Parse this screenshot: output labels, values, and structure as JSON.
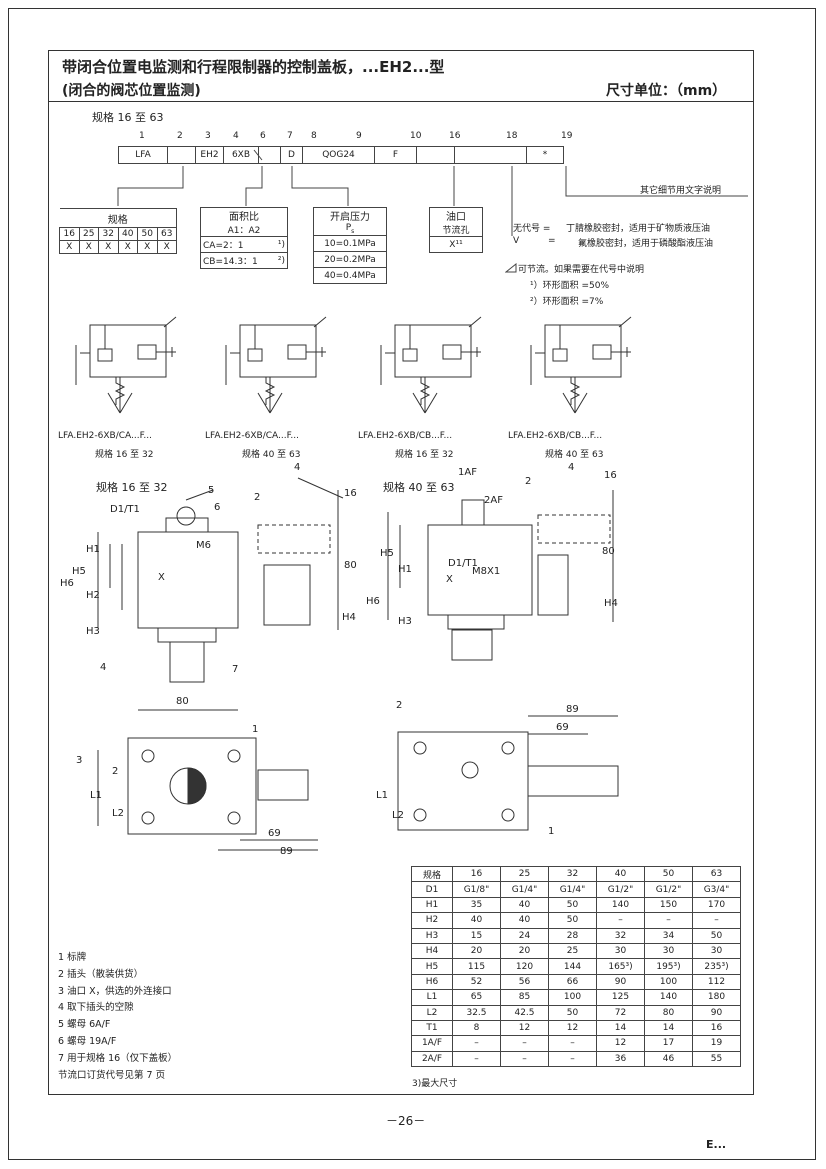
{
  "header": {
    "title": "带闭合位置电监测和行程限制器的控制盖板，...EH2...型",
    "subtitle": "(闭合的阀芯位置监测)",
    "unit": "尺寸单位：（mm）"
  },
  "size_label": "规格 16 至 63",
  "code": {
    "numbers": [
      "1",
      "2",
      "3",
      "4",
      "6",
      "7",
      "8",
      "9",
      "10",
      "16",
      "18",
      "19"
    ],
    "cells": [
      "LFA",
      "",
      "EH2",
      "6XB",
      "",
      "D",
      "QOG24",
      "F",
      "",
      "",
      "*"
    ]
  },
  "other_details": "其它细节用文字说明",
  "seals": {
    "none_label": "无代号 =",
    "none_text": "丁腈橡胶密封，适用于矿物质液压油",
    "v_label": "V",
    "v_eq": "=",
    "v_text": "氟橡胶密封，适用于磷酸酯液压油"
  },
  "size_box": {
    "title": "规格",
    "sizes": [
      "16",
      "25",
      "32",
      "40",
      "50",
      "63"
    ],
    "marks": [
      "X",
      "X",
      "X",
      "X",
      "X",
      "X"
    ]
  },
  "area_box": {
    "title": "面积比",
    "sub": "A1：A2",
    "rows": [
      {
        "label": "CA=2：1",
        "note": "¹)"
      },
      {
        "label": "CB=14.3：1",
        "note": "²)"
      }
    ]
  },
  "pressure_box": {
    "title": "开启压力",
    "sub": "P",
    "sub_idx": "s",
    "rows": [
      "10=0.1MPa",
      "20=0.2MPa",
      "40=0.4MPa"
    ]
  },
  "port_box": {
    "title": "油口",
    "sub": "节流孔",
    "val": "X¹¹"
  },
  "notes_right": [
    "可节流。如果需要在代号中说明",
    "¹）环形面积 =50%",
    "²）环形面积 =7%"
  ],
  "symbols": [
    {
      "code": "LFA.EH2-6XB/CA...F...",
      "size": "规格 16 至 32"
    },
    {
      "code": "LFA.EH2-6XB/CA...F...",
      "size": "规格 40 至 63"
    },
    {
      "code": "LFA.EH2-6XB/CB...F...",
      "size": "规格 16 至 32"
    },
    {
      "code": "LFA.EH2-6XB/CB...F...",
      "size": "规格 40 至 63"
    }
  ],
  "drawings": {
    "left_title": "规格 16 至 32",
    "right_title": "规格 40 至 63",
    "labels": {
      "d1t1": "D1/T1",
      "m6": "M6",
      "m8": "M8X1",
      "x": "X",
      "h1": "H1",
      "h2": "H2",
      "h3": "H3",
      "h4": "H4",
      "h5": "H5",
      "h6": "H6",
      "l1": "L1",
      "l2": "L2",
      "d80": "80",
      "d16": "16",
      "d4": "4",
      "d69": "69",
      "d89": "89",
      "d2": "2",
      "n1": "1",
      "n2": "2",
      "n3": "3",
      "n4": "4",
      "n5": "5",
      "n6": "6",
      "n7": "7",
      "af1": "1AF",
      "af2": "2AF"
    }
  },
  "notes": [
    "1 标牌",
    "2 插头（散装供货）",
    "3 油口 X，供选的外连接口",
    "4 取下插头的空隙",
    "5 螺母 6A/F",
    "6 螺母 19A/F",
    "7 用于规格 16（仅下盖板）",
    "节流口订货代号见第 7 页"
  ],
  "spec_table": {
    "header": [
      "规格",
      "16",
      "25",
      "32",
      "40",
      "50",
      "63"
    ],
    "rows": [
      [
        "D1",
        "G1/8\"",
        "G1/4\"",
        "G1/4\"",
        "G1/2\"",
        "G1/2\"",
        "G3/4\""
      ],
      [
        "H1",
        "35",
        "40",
        "50",
        "140",
        "150",
        "170"
      ],
      [
        "H2",
        "40",
        "40",
        "50",
        "–",
        "–",
        "–"
      ],
      [
        "H3",
        "15",
        "24",
        "28",
        "32",
        "34",
        "50"
      ],
      [
        "H4",
        "20",
        "20",
        "25",
        "30",
        "30",
        "30"
      ],
      [
        "H5",
        "115",
        "120",
        "144",
        "165³)",
        "195³)",
        "235³)"
      ],
      [
        "H6",
        "52",
        "56",
        "66",
        "90",
        "100",
        "112"
      ],
      [
        "L1",
        "65",
        "85",
        "100",
        "125",
        "140",
        "180"
      ],
      [
        "L2",
        "32.5",
        "42.5",
        "50",
        "72",
        "80",
        "90"
      ],
      [
        "T1",
        "8",
        "12",
        "12",
        "14",
        "14",
        "16"
      ],
      [
        "1A/F",
        "–",
        "–",
        "–",
        "12",
        "17",
        "19"
      ],
      [
        "2A/F",
        "–",
        "–",
        "–",
        "36",
        "46",
        "55"
      ]
    ],
    "footnote": "3)最大尺寸"
  },
  "page": "－26－",
  "logo": "E..."
}
